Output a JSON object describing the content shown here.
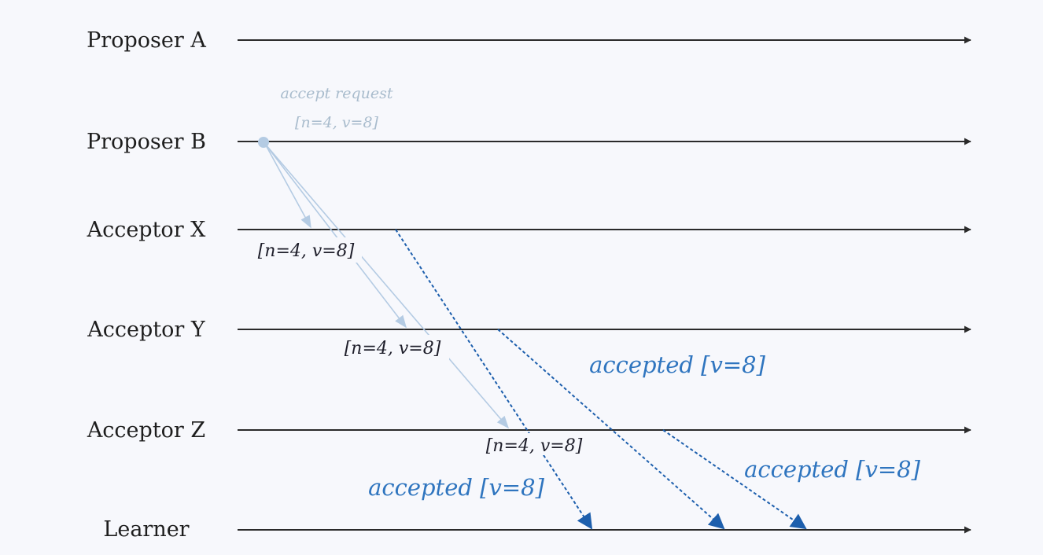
{
  "lanes": [
    {
      "label": "Proposer A"
    },
    {
      "label": "Proposer B"
    },
    {
      "label": "Acceptor X"
    },
    {
      "label": "Acceptor Y"
    },
    {
      "label": "Acceptor Z"
    },
    {
      "label": "Learner"
    }
  ],
  "request": {
    "label_line1": "accept request",
    "label_line2": "[n=4, v=8]"
  },
  "received": {
    "x": "[n=4, v=8]",
    "y": "[n=4, v=8]",
    "z": "[n=4, v=8]"
  },
  "accepted": {
    "x": "accepted [v=8]",
    "y": "accepted [v=8]",
    "z": "accepted [v=8]"
  },
  "colors": {
    "background": "#f7f8fc",
    "lane": "#2a2a2a",
    "request": "#b4cbe3",
    "accepted": "#2f75bf"
  }
}
